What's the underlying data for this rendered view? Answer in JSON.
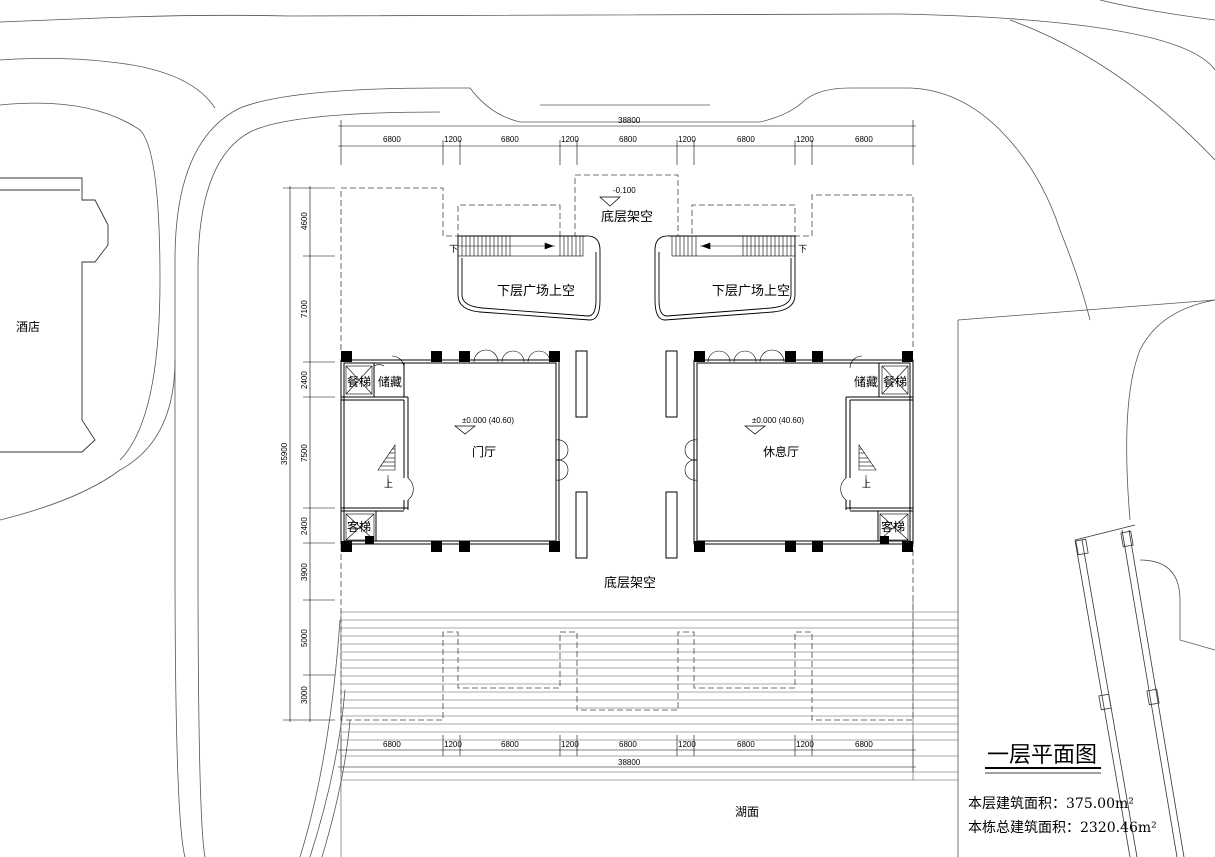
{
  "drawing": {
    "title": "一层平面图",
    "area_floor": "本层建筑面积：375.00m²",
    "area_total": "本栋总建筑面积：2320.46m²"
  },
  "site": {
    "hotel": "酒店",
    "lake": "湖面"
  },
  "labels": {
    "pilotis_top": "底层架空",
    "pilotis_mid": "底层架空",
    "plaza_void_left": "下层广场上空",
    "plaza_void_right": "下层广场上空",
    "lobby": "门厅",
    "lounge": "休息厅",
    "dining_lift_left": "餐梯",
    "dining_lift_right": "餐梯",
    "storage_left": "储藏",
    "storage_right": "储藏",
    "passenger_lift_left": "客梯",
    "passenger_lift_right": "客梯",
    "stair_up_left": "上",
    "stair_up_right": "上",
    "stair_down_left": "下",
    "stair_down_right": "下"
  },
  "levels": {
    "pilotis_top": "-0.100",
    "lobby": "±0.000 (40.60)",
    "lounge": "±0.000 (40.60)"
  },
  "dimensions": {
    "overall_width_top": "38800",
    "overall_width_bottom": "38800",
    "bays_top": [
      "6800",
      "1200",
      "6800",
      "1200",
      "6800",
      "1200",
      "6800",
      "1200",
      "6800"
    ],
    "bays_bottom": [
      "6800",
      "1200",
      "6800",
      "1200",
      "6800",
      "1200",
      "6800",
      "1200",
      "6800"
    ],
    "overall_depth": "35900",
    "rows_left": [
      "4600",
      "7100",
      "2400",
      "7500",
      "2400",
      "3900",
      "5000",
      "3000"
    ]
  }
}
